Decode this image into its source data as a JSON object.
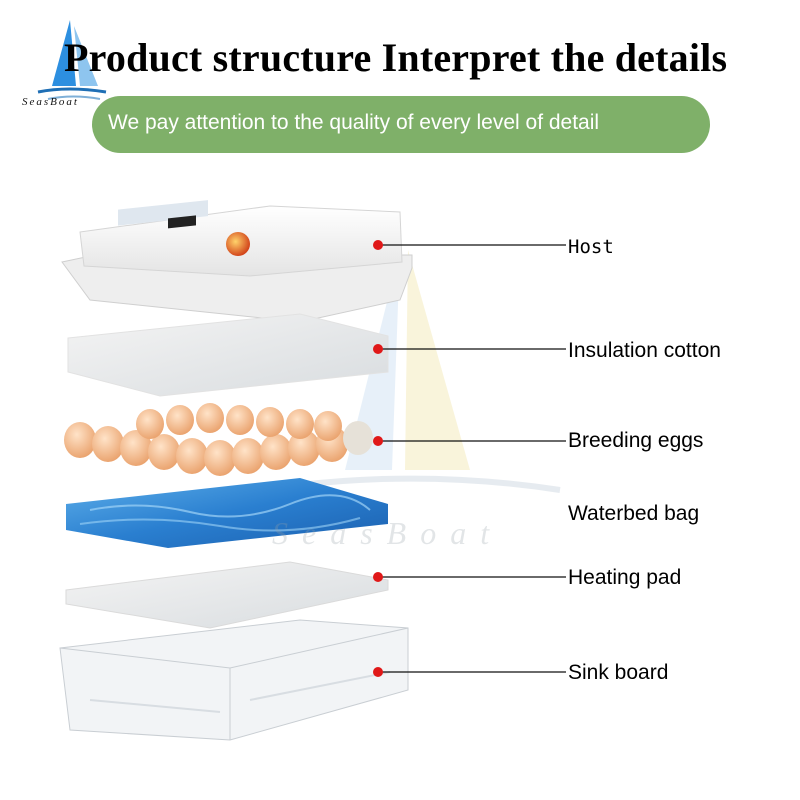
{
  "brand": {
    "logo_text": "SeasBoat",
    "watermark": "SeasBoat"
  },
  "headline": "Product structure  Interpret  the  details",
  "banner": {
    "text": "We pay attention to the quality of every level of detail",
    "color": "#7fb069"
  },
  "layers": [
    {
      "label": "Host"
    },
    {
      "label": "Insulation cotton"
    },
    {
      "label": "Breeding eggs"
    },
    {
      "label": "Waterbed bag"
    },
    {
      "label": "Heating pad"
    },
    {
      "label": "Sink board"
    }
  ],
  "colors": {
    "pointer_dot": "#e01818",
    "leader_line": "#111111",
    "waterbed": "#2a7fd0",
    "egg": "#f2b58a"
  }
}
